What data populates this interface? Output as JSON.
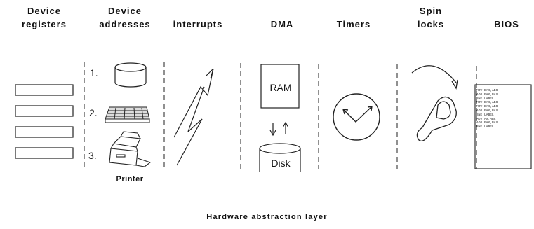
{
  "columns": [
    {
      "line1": "Device",
      "line2": "registers"
    },
    {
      "line1": "Device",
      "line2": "addresses"
    },
    {
      "line1": "",
      "line2": "interrupts"
    },
    {
      "line1": "",
      "line2": "DMA"
    },
    {
      "line1": "",
      "line2": "Timers"
    },
    {
      "line1": "Spin",
      "line2": "locks"
    },
    {
      "line1": "",
      "line2": "BIOS"
    }
  ],
  "device_addresses": {
    "items": [
      "1.",
      "2.",
      "3."
    ],
    "printer_label": "Printer"
  },
  "dma": {
    "ram_label": "RAM",
    "disk_label": "Disk"
  },
  "bios_code": [
    "MOV EAX,ABC",
    "ADD EAX,BAX",
    "BNE LABEL",
    "MOV EAX,ABC",
    "MOV EAX,ABC",
    "ADD EAX,BAX",
    "BNE LABEL",
    "MOV AX,ABC",
    "ADD EAX,BAX",
    "BNE LABEL"
  ],
  "caption": "Hardware abstraction layer"
}
